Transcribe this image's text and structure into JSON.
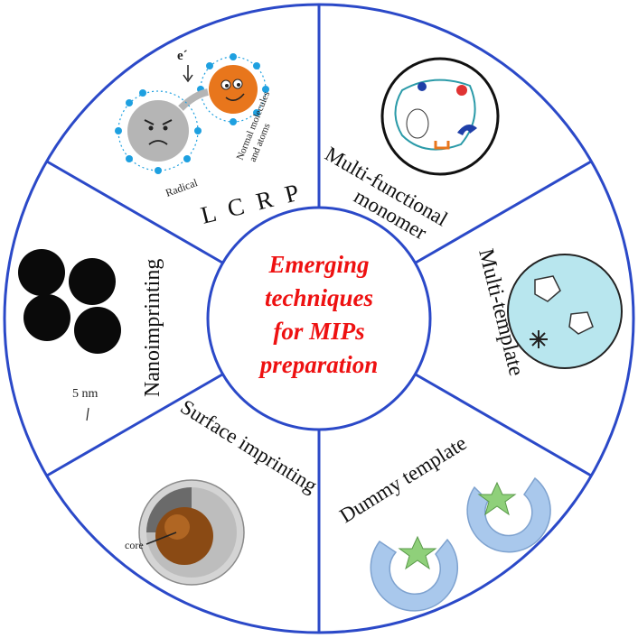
{
  "center": {
    "lines": [
      "Emerging",
      "techniques",
      "for MIPs",
      "preparation"
    ]
  },
  "segments": {
    "lcrp": {
      "label": "L C R P",
      "radical_label": "Radical",
      "normal_label_1": "Normal molecules",
      "normal_label_2": "and atoms",
      "electron_label": "e´"
    },
    "multifunctional": {
      "label_1": "Multi-functional",
      "label_2": "monomer"
    },
    "multitemplate": {
      "label": "Multi-template"
    },
    "dummy": {
      "label": "Dummy template"
    },
    "surface": {
      "label": "Surface imprinting",
      "core_label": "core"
    },
    "nano": {
      "label": "Nanoimprinting",
      "scale_label": "5 nm"
    }
  },
  "colors": {
    "ring_stroke": "#2b49c8",
    "center_text": "#ee1111",
    "radical_gray": "#b5b5b5",
    "normal_orange": "#e8761c",
    "electron_blue": "#1ea0e0",
    "cell_cyan": "#b8e6ee",
    "dummy_blue": "#a9c8ec",
    "star_green": "#8fd07a"
  }
}
